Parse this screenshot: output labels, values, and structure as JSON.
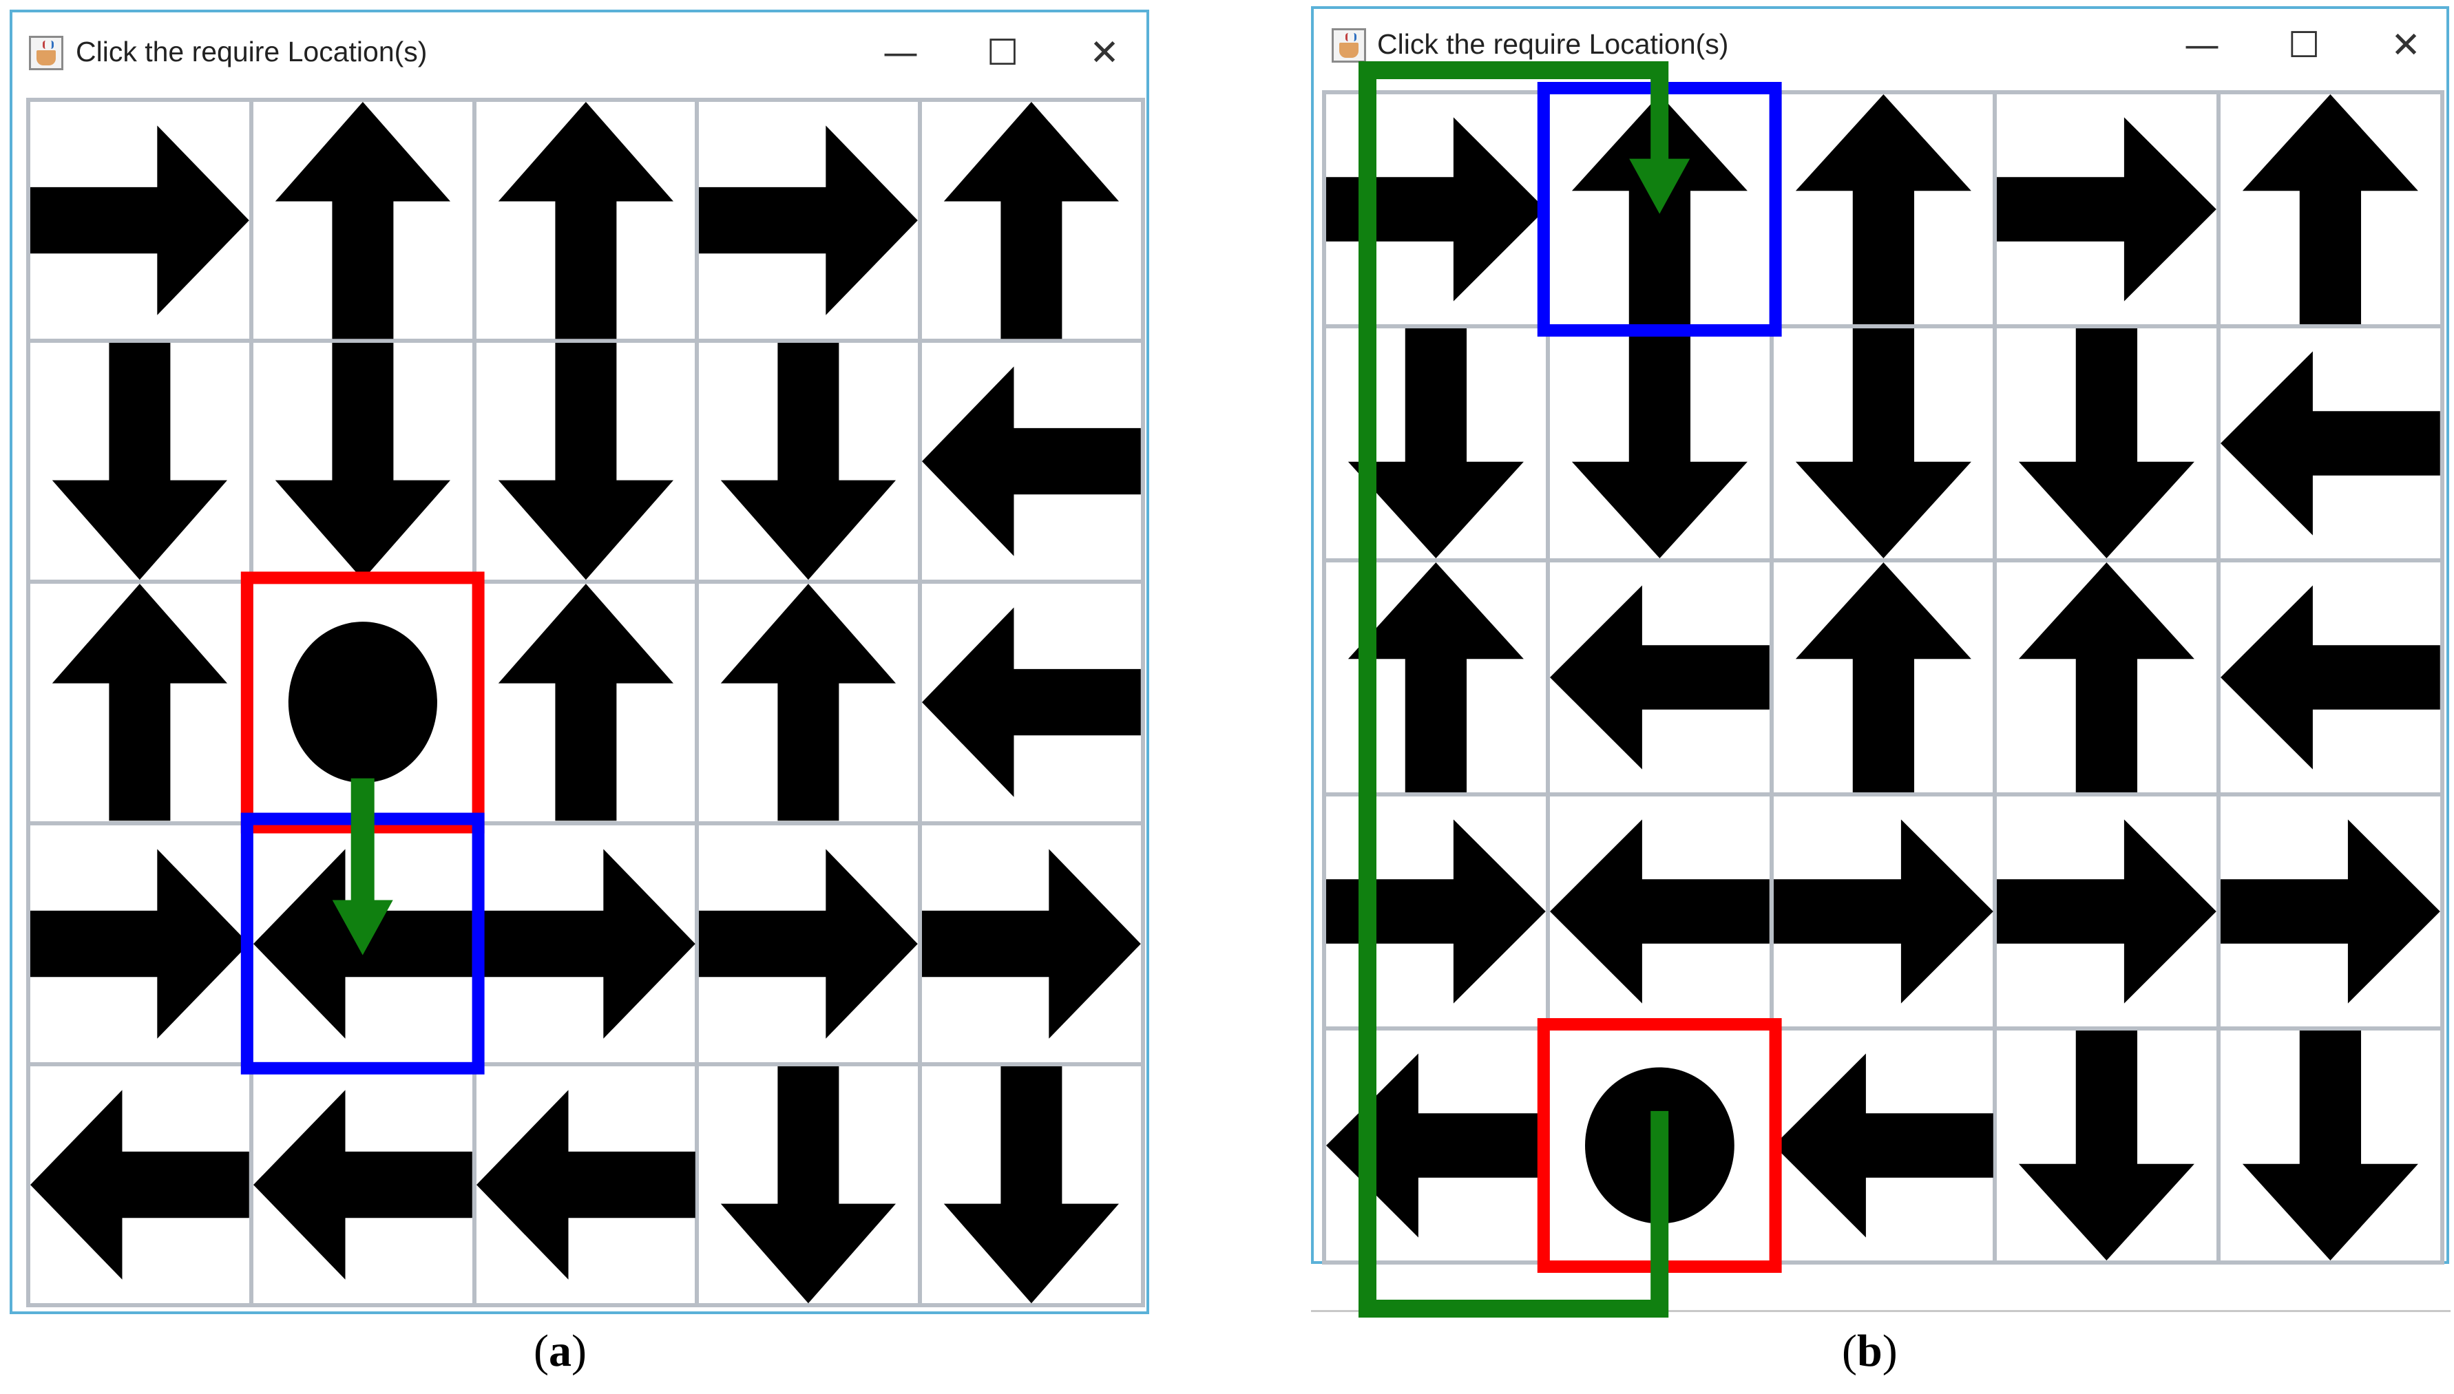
{
  "windows": [
    {
      "id": "a",
      "title": "Click the require Location(s)",
      "controls": {
        "minimize": "—",
        "maximize": "☐",
        "close": "✕"
      },
      "caption": {
        "open": "(",
        "letter": "a",
        "close": ")"
      },
      "grid": [
        [
          "right",
          "up",
          "up",
          "right",
          "up"
        ],
        [
          "down",
          "down",
          "down",
          "down",
          "left"
        ],
        [
          "up",
          "circle",
          "up",
          "up",
          "left"
        ],
        [
          "right",
          "left",
          "right",
          "right",
          "right"
        ],
        [
          "left",
          "left",
          "left",
          "down",
          "down"
        ]
      ],
      "highlights": [
        {
          "row": 2,
          "col": 1,
          "color": "#ff0000",
          "meaning": "start"
        },
        {
          "row": 3,
          "col": 1,
          "color": "#0000ff",
          "meaning": "target"
        }
      ],
      "path_color": "#108010"
    },
    {
      "id": "b",
      "title": "Click the require Location(s)",
      "controls": {
        "minimize": "—",
        "maximize": "☐",
        "close": "✕"
      },
      "caption": {
        "open": "(",
        "letter": "b",
        "close": ")"
      },
      "grid": [
        [
          "right",
          "up",
          "up",
          "right",
          "up"
        ],
        [
          "down",
          "down",
          "down",
          "down",
          "left"
        ],
        [
          "up",
          "left",
          "up",
          "up",
          "left"
        ],
        [
          "right",
          "left",
          "right",
          "right",
          "right"
        ],
        [
          "left",
          "circle",
          "left",
          "down",
          "down"
        ]
      ],
      "highlights": [
        {
          "row": 4,
          "col": 1,
          "color": "#ff0000",
          "meaning": "start"
        },
        {
          "row": 0,
          "col": 1,
          "color": "#0000ff",
          "meaning": "target"
        }
      ],
      "path_color": "#108010"
    }
  ],
  "icons": {
    "up": "arrow-up-icon",
    "down": "arrow-down-icon",
    "left": "arrow-left-icon",
    "right": "arrow-right-icon",
    "circle": "circle-icon"
  }
}
